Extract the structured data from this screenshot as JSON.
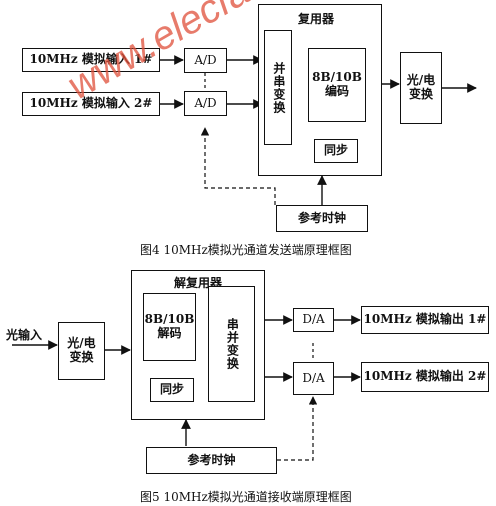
{
  "diagram_top": {
    "input1_label": "10MHz 模拟输入 1#",
    "input2_label": "10MHz 模拟输入 2#",
    "adc1_label": "A/D",
    "adc2_label": "A/D",
    "mux_title": "复用器",
    "serializer_label": "并串变换",
    "encoder_line1": "8B/10B",
    "encoder_line2": "编码",
    "sync_label": "同步",
    "optical_line1": "光/电",
    "optical_line2": "变换",
    "clock_label": "参考时钟",
    "caption": "图4  10MHz模拟光通道发送端原理框图"
  },
  "diagram_bottom": {
    "optical_input_label": "光输入",
    "optical_line1": "光/电",
    "optical_line2": "变换",
    "demux_title": "解复用器",
    "decoder_line1": "8B/10B",
    "decoder_line2": "解码",
    "sync_label": "同步",
    "deserializer_label": "串并变换",
    "dac1_label": "D/A",
    "dac2_label": "D/A",
    "output1_label": "10MHz 模拟输出 1#",
    "output2_label": "10MHz 模拟输出 2#",
    "clock_label": "参考时钟",
    "caption": "图5  10MHz模拟光通道接收端原理框图"
  },
  "watermark": {
    "text": "www.elecfans.com",
    "color": "#e0503a"
  }
}
